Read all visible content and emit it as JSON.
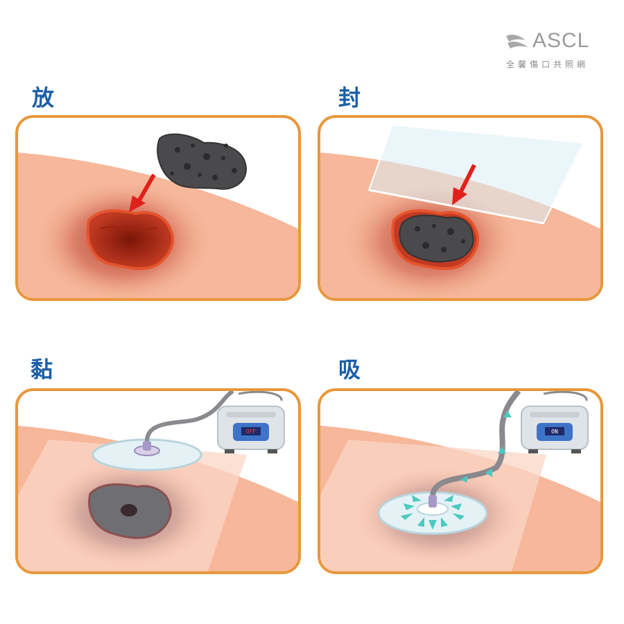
{
  "brand": {
    "logo_text": "ASCL",
    "logo_subtext": "全馨傷口共照網",
    "logo_icon": "hands-icon",
    "color": "#9a9a9a"
  },
  "colors": {
    "panel_border": "#e8973c",
    "label": "#1d5fa8",
    "skin": "#f6b79a",
    "wound": "#b8321f",
    "arrow": "#e0211b",
    "suction_arrow": "#4cc9c0"
  },
  "steps": [
    {
      "label": "放"
    },
    {
      "label": "封"
    },
    {
      "label": "黏",
      "machine_state": "OFF"
    },
    {
      "label": "吸",
      "machine_state": "ON"
    }
  ]
}
